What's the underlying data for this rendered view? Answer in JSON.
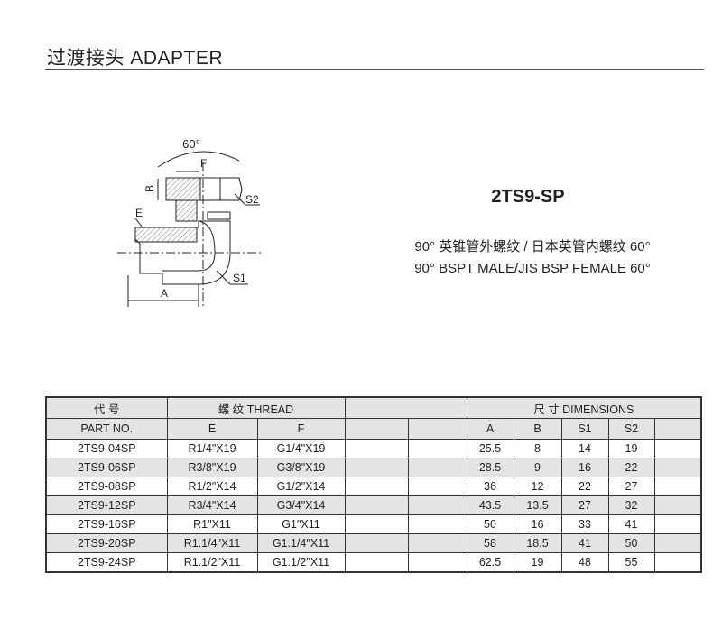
{
  "header": {
    "title": "过渡接头 ADAPTER"
  },
  "product": {
    "model": "2TS9-SP",
    "desc_cn": "90° 英锥管外螺纹 / 日本英管内螺纹 60°",
    "desc_en": "90° BSPT MALE/JIS BSP FEMALE 60°"
  },
  "drawing": {
    "angle": "60°",
    "labels": {
      "F": "F",
      "B": "B",
      "E": "E",
      "S2": "S2",
      "S1": "S1",
      "A": "A"
    }
  },
  "table": {
    "group_part": "代 号",
    "group_thread": "螺 纹  THREAD",
    "group_dim": "尺 寸   DIMENSIONS",
    "columns": [
      "PART NO.",
      "E",
      "F",
      "",
      "",
      "A",
      "B",
      "S1",
      "S2",
      ""
    ],
    "rows": [
      [
        "2TS9-04SP",
        "R1/4\"X19",
        "G1/4\"X19",
        "",
        "",
        "25.5",
        "8",
        "14",
        "19",
        ""
      ],
      [
        "2TS9-06SP",
        "R3/8\"X19",
        "G3/8\"X19",
        "",
        "",
        "28.5",
        "9",
        "16",
        "22",
        ""
      ],
      [
        "2TS9-08SP",
        "R1/2\"X14",
        "G1/2\"X14",
        "",
        "",
        "36",
        "12",
        "22",
        "27",
        ""
      ],
      [
        "2TS9-12SP",
        "R3/4\"X14",
        "G3/4\"X14",
        "",
        "",
        "43.5",
        "13.5",
        "27",
        "32",
        ""
      ],
      [
        "2TS9-16SP",
        "R1\"X11",
        "G1\"X11",
        "",
        "",
        "50",
        "16",
        "33",
        "41",
        ""
      ],
      [
        "2TS9-20SP",
        "R1.1/4\"X11",
        "G1.1/4\"X11",
        "",
        "",
        "58",
        "18.5",
        "41",
        "50",
        ""
      ],
      [
        "2TS9-24SP",
        "R1.1/2\"X11",
        "G1.1/2\"X11",
        "",
        "",
        "62.5",
        "19",
        "48",
        "55",
        ""
      ]
    ]
  }
}
